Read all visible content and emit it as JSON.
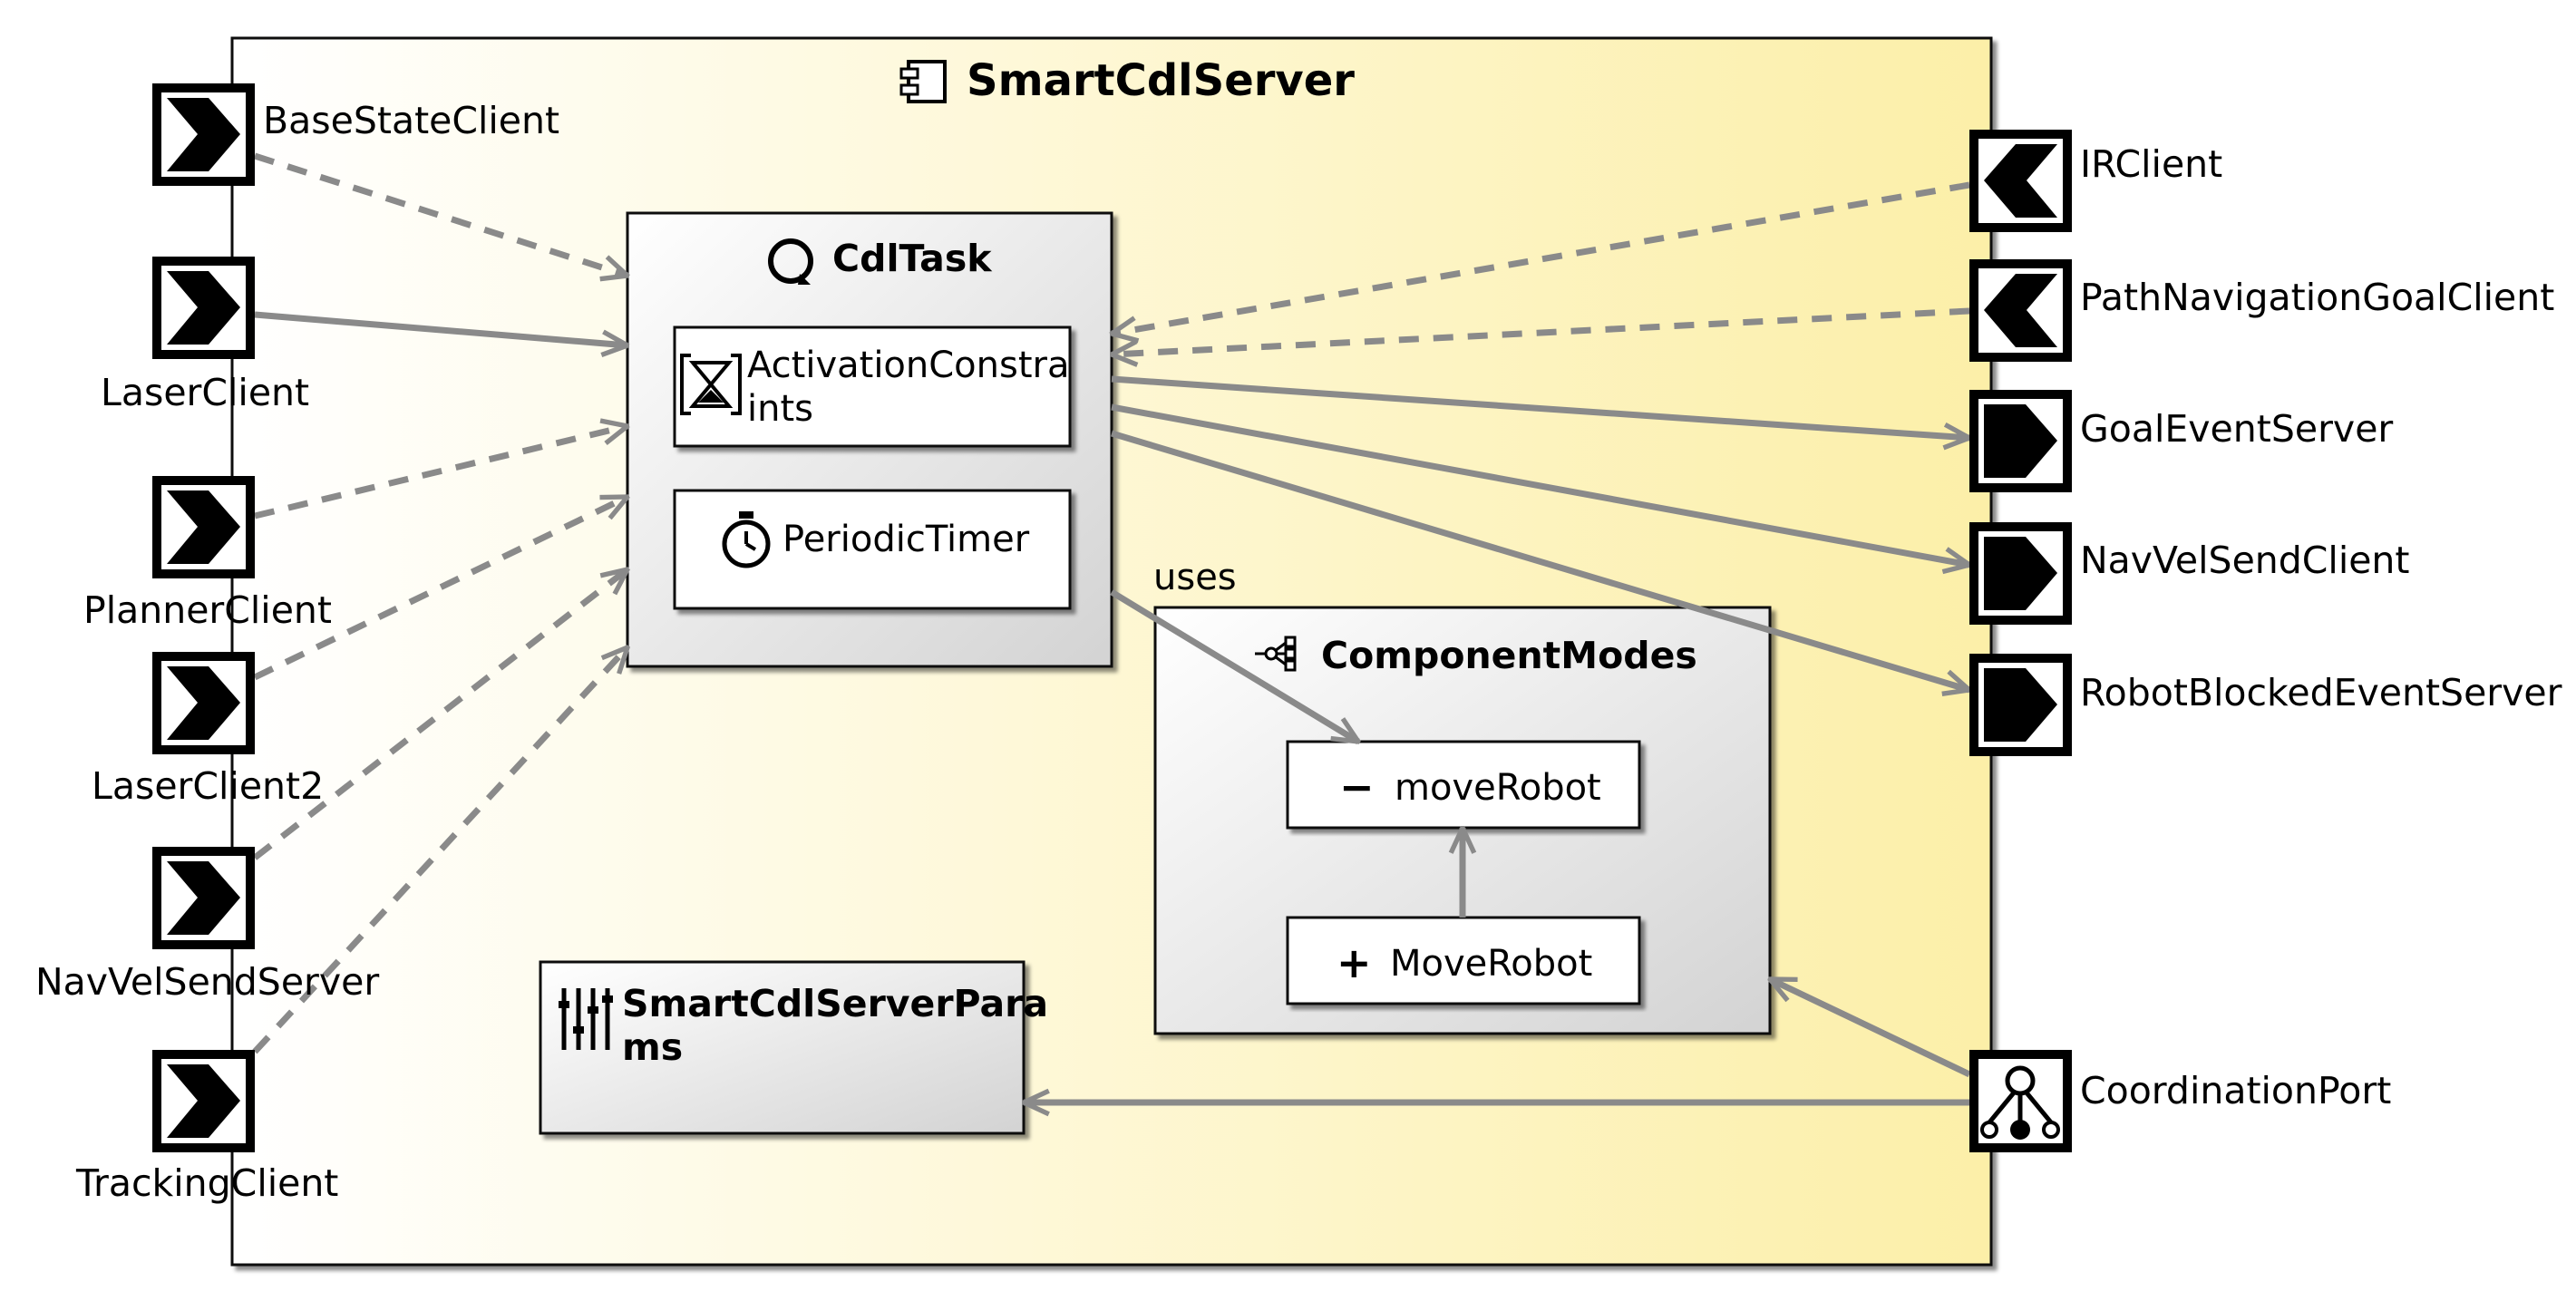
{
  "component": {
    "name": "SmartCdlServer",
    "icon": "component-icon",
    "background": {
      "from": "#ffffff",
      "to": "#fcefa8"
    }
  },
  "left_ports": [
    {
      "label": "BaseStateClient",
      "kind": "required"
    },
    {
      "label": "LaserClient",
      "kind": "required"
    },
    {
      "label": "PlannerClient",
      "kind": "required"
    },
    {
      "label": "LaserClient2",
      "kind": "required"
    },
    {
      "label": "NavVelSendServer",
      "kind": "required"
    },
    {
      "label": "TrackingClient",
      "kind": "required"
    }
  ],
  "right_ports": [
    {
      "label": "IRClient",
      "kind": "required"
    },
    {
      "label": "PathNavigationGoalClient",
      "kind": "required"
    },
    {
      "label": "GoalEventServer",
      "kind": "provided"
    },
    {
      "label": "NavVelSendClient",
      "kind": "provided"
    },
    {
      "label": "RobotBlockedEventServer",
      "kind": "provided"
    },
    {
      "label": "CoordinationPort",
      "kind": "coordination"
    }
  ],
  "task": {
    "name": "CdlTask",
    "icon": "task-cycle-icon",
    "activation": {
      "line1": "ActivationConstra",
      "line2": "ints",
      "icon": "hourglass-icon"
    },
    "timer": {
      "label": "PeriodicTimer",
      "icon": "stopwatch-icon"
    }
  },
  "modes": {
    "name": "ComponentModes",
    "icon": "modes-tree-icon",
    "sub": {
      "sign": "−",
      "label": "moveRobot"
    },
    "super": {
      "sign": "+",
      "label": "MoveRobot"
    }
  },
  "params": {
    "line1": "SmartCdlServerPara",
    "line2": "ms",
    "icon": "sliders-icon"
  },
  "uses_label": "uses",
  "colors": {
    "connector": "#8a8a8a",
    "box_gradient_to": "#d3d3d3",
    "outline": "#000000"
  }
}
